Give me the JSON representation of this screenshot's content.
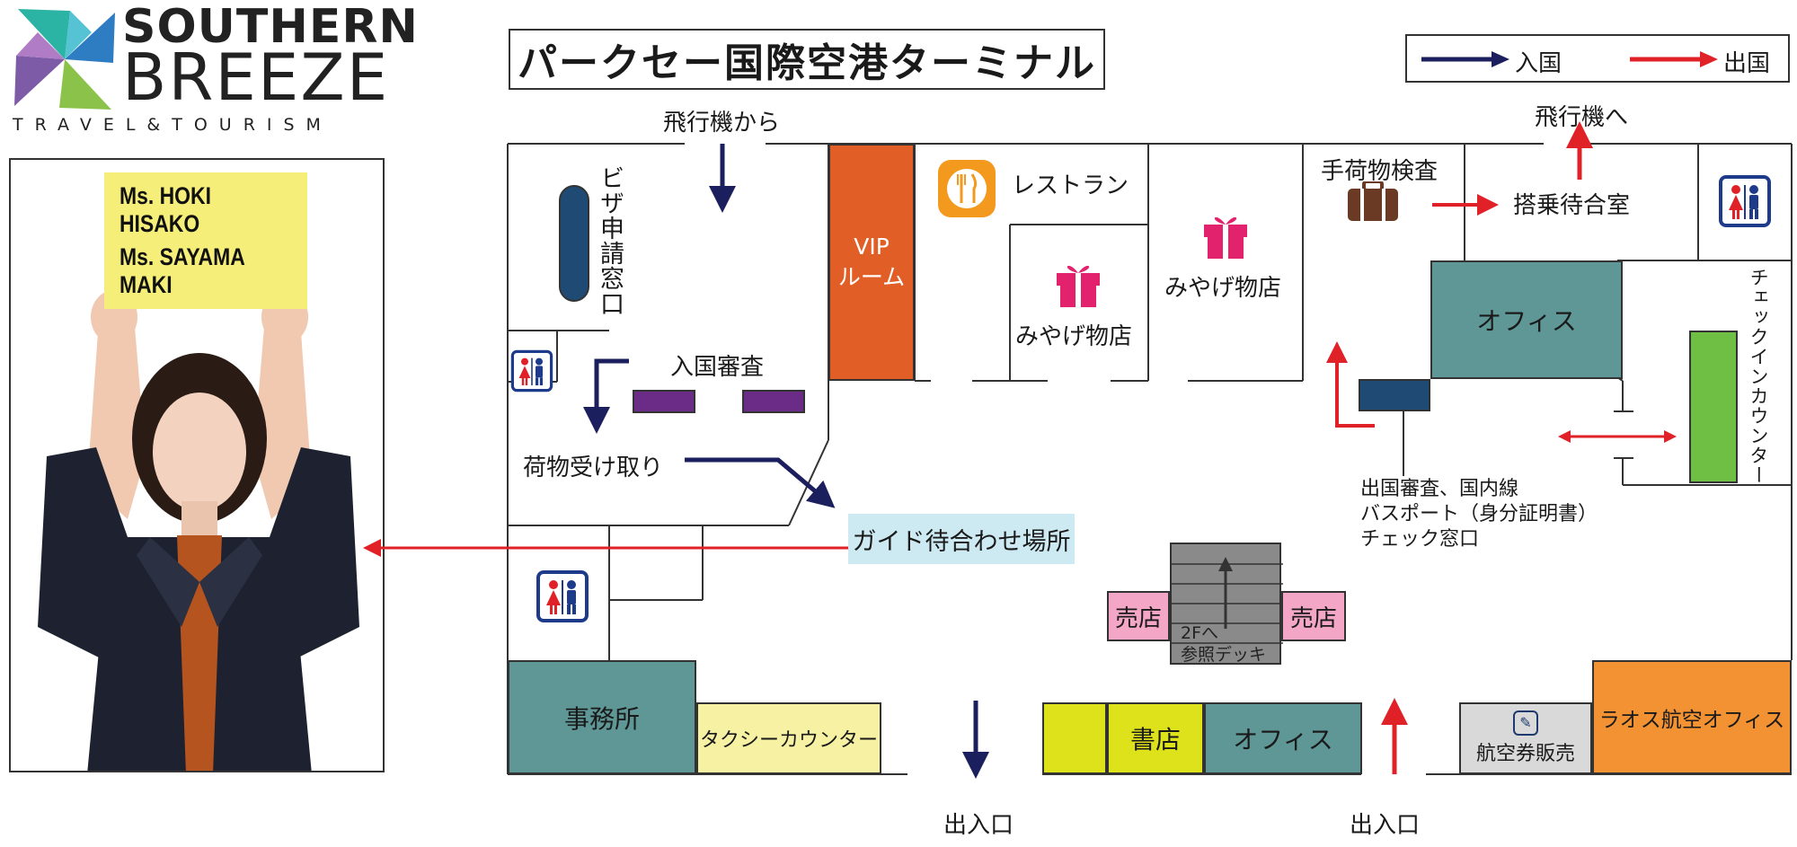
{
  "brand": {
    "name_line1": "SOUTHERN",
    "name_line2": "BREEZE",
    "tagline": "TRAVEL&TOURISM"
  },
  "sign": {
    "line1": "Ms. HOKI HISAKO",
    "line2": "Ms. SAYAMA MAKI"
  },
  "title": "パークセー国際空港ターミナル",
  "legend": {
    "arrival": "入国",
    "departure": "出国",
    "arrival_color": "#1b1f5e",
    "departure_color": "#e02127"
  },
  "labels": {
    "from_plane": "飛行機から",
    "to_plane": "飛行機へ",
    "visa_window": "ビザ申請窓口",
    "immigration": "入国審査",
    "baggage_claim": "荷物受け取り",
    "guide_meeting": "ガイド待合わせ場所",
    "vip_room_line1": "VIP",
    "vip_room_line2": "ルーム",
    "restaurant": "レストラン",
    "souvenir_1": "みやげ物店",
    "souvenir_2": "みやげ物店",
    "carryon_check": "手荷物検査",
    "boarding_lounge": "搭乗待合室",
    "office_upper": "オフィス",
    "checkin_counter": "チェックインカウンター",
    "departure_check_line1": "出国審査、国内線",
    "departure_check_line2": "バスポート（身分証明書）",
    "departure_check_line3": "チェック窓口",
    "shop_left": "売店",
    "shop_right": "売店",
    "stairs_line1": "2Fへ",
    "stairs_line2": "参照デッキ",
    "admin_office": "事務所",
    "taxi_counter": "タクシーカウンター",
    "bookstore": "書店",
    "office_lower": "オフィス",
    "ticket_sales": "航空券販売",
    "lao_airlines_office": "ラオス航空オフィス",
    "entrance_left": "出入口",
    "entrance_right": "出入口"
  },
  "colors": {
    "teal": "#5f9797",
    "vip_orange": "#e15f26",
    "purple": "#6a2c86",
    "navy_window": "#1e4a74",
    "green": "#6fbf44",
    "pink_shop": "#f4a6c6",
    "yellow_taxi": "#f6f1a3",
    "yellow_green": "#dde21b",
    "gray_stairs": "#8a8a8a",
    "lao_orange": "#f39232",
    "guide_bg": "#cdeaf3",
    "restaurant_orange": "#f39a1e",
    "gift_pink": "#e2226c"
  },
  "icons": [
    "restaurant-icon",
    "gift-icon",
    "gift-icon",
    "luggage-icon",
    "restroom-icon",
    "ticket-icon"
  ]
}
